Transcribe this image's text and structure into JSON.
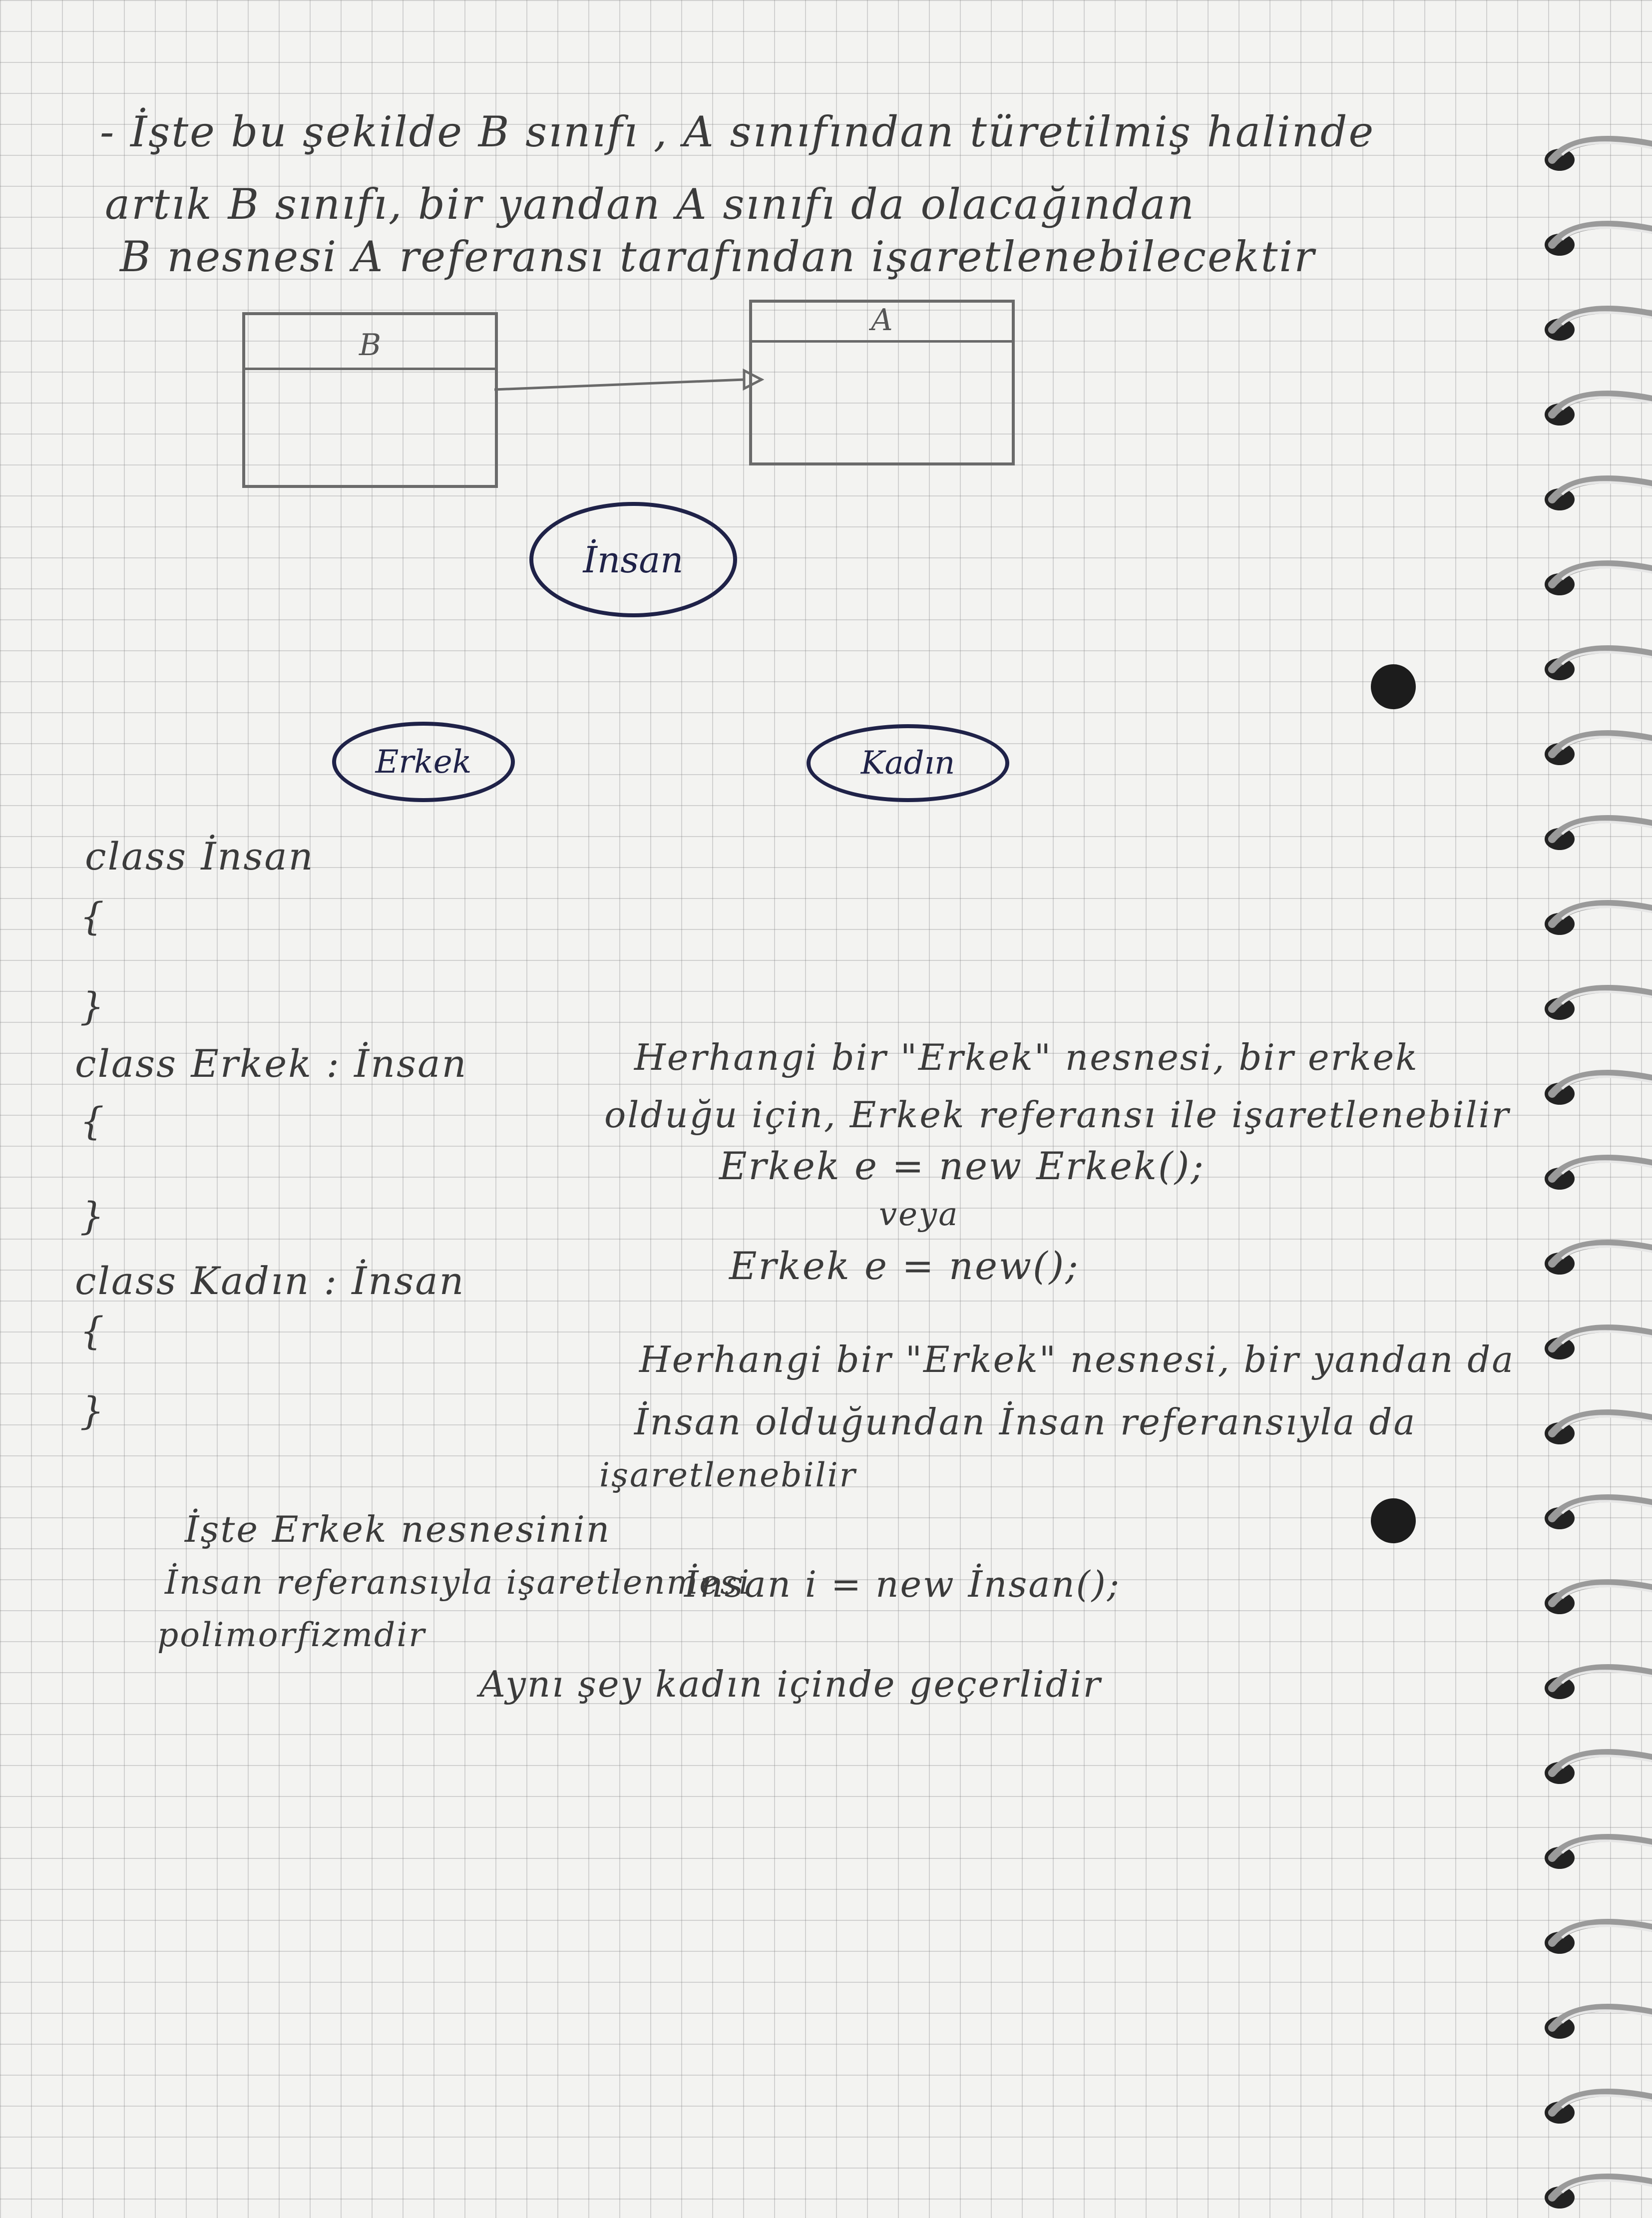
{
  "intro": {
    "line1": "- İşte bu şekilde  B sınıfı , A sınıfından türetilmiş halinde",
    "line2": "artık B sınıfı, bir yandan A sınıfı da olacağından",
    "line3": "B nesnesi A referansı tarafından işaretlenebilecektir"
  },
  "uml": {
    "box_b": "B",
    "box_a": "A"
  },
  "ellipses": {
    "insan": "İnsan",
    "erkek": "Erkek",
    "kadin": "Kadın"
  },
  "code": {
    "line1": "class İnsan",
    "line2": "{",
    "line3": "}",
    "line4": "class Erkek : İnsan",
    "line5": "{",
    "line6": "}",
    "line7": "class Kadın : İnsan",
    "line8": "{",
    "line9": "}"
  },
  "note1": {
    "line1": "Herhangi bir \"Erkek\" nesnesi, bir erkek",
    "line2": "olduğu için, Erkek referansı ile işaretlenebilir",
    "line3": "Erkek e = new Erkek();",
    "line4": "veya",
    "line5": "Erkek e = new();"
  },
  "note2": {
    "line1": "Herhangi bir \"Erkek\" nesnesi, bir yandan da",
    "line2": "İnsan olduğundan İnsan referansıyla da",
    "line3": "işaretlenebilir"
  },
  "poly": {
    "line1": "İşte Erkek nesnesinin",
    "line2": "İnsan referansıyla işaretlenmesi",
    "line3": "polimorfizmdir",
    "code": "İnsan i = new İnsan();"
  },
  "same": "Aynı şey kadın içinde geçerlidir"
}
